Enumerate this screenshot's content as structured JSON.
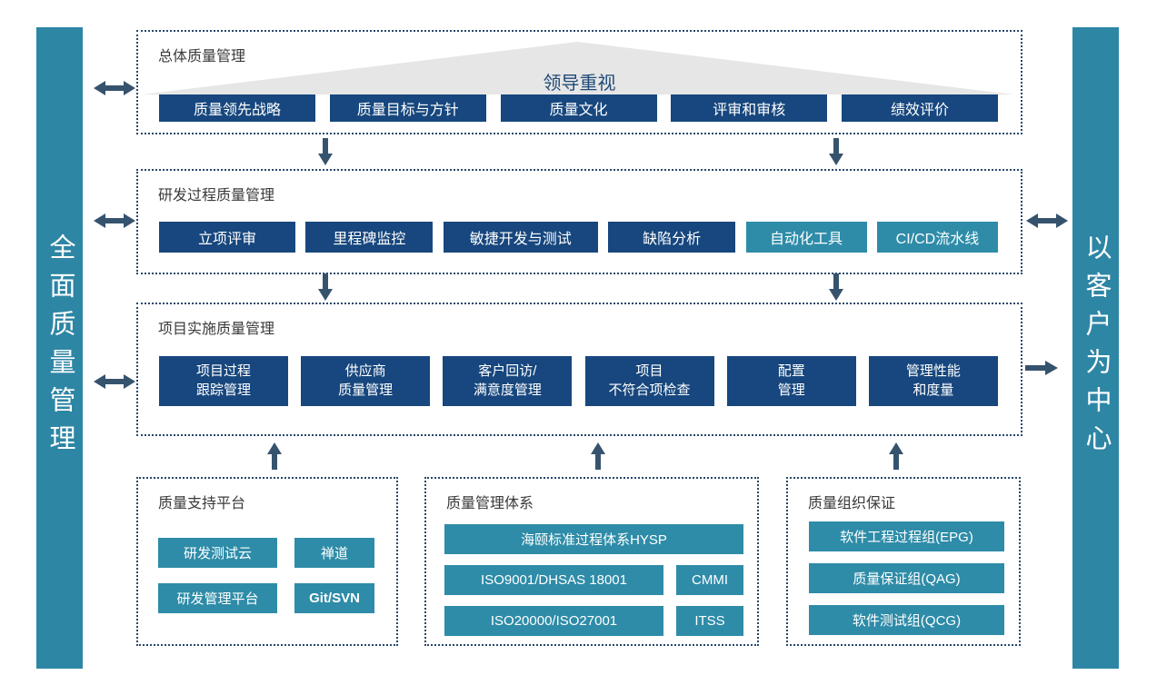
{
  "bars": {
    "left": "全面质量管理",
    "right": "以客户为中心"
  },
  "colors": {
    "navy_button": "#17477E",
    "teal_button": "#2E8CA8",
    "side_bar": "#2E86A5",
    "arrow": "#36536E",
    "dotted_border": "#26476B",
    "triangle_bg": "#E6E6E6",
    "banner_text": "#1F4978"
  },
  "overall": {
    "title": "总体质量管理",
    "banner": "领导重视",
    "items": [
      "质量领先战略",
      "质量目标与方针",
      "质量文化",
      "评审和审核",
      "绩效评价"
    ]
  },
  "rd": {
    "title": "研发过程质量管理",
    "items": [
      "立项评审",
      "里程碑监控",
      "敏捷开发与测试",
      "缺陷分析",
      "自动化工具",
      "CI/CD流水线"
    ]
  },
  "proj": {
    "title": "项目实施质量管理",
    "items": [
      [
        "项目过程",
        "跟踪管理"
      ],
      [
        "供应商",
        "质量管理"
      ],
      [
        "客户回访/",
        "满意度管理"
      ],
      [
        "项目",
        "不符合项检查"
      ],
      [
        "配置",
        "管理"
      ],
      [
        "管理性能",
        "和度量"
      ]
    ]
  },
  "support": {
    "title": "质量支持平台",
    "items": [
      "研发测试云",
      "禅道",
      "研发管理平台",
      "Git/SVN"
    ]
  },
  "system": {
    "title": "质量管理体系",
    "items": [
      "海颐标准过程体系HYSP",
      "ISO9001/DHSAS 18001",
      "CMMI",
      "ISO20000/ISO27001",
      "ITSS"
    ]
  },
  "org": {
    "title": "质量组织保证",
    "items": [
      "软件工程过程组(EPG)",
      "质量保证组(QAG)",
      "软件测试组(QCG)"
    ]
  }
}
